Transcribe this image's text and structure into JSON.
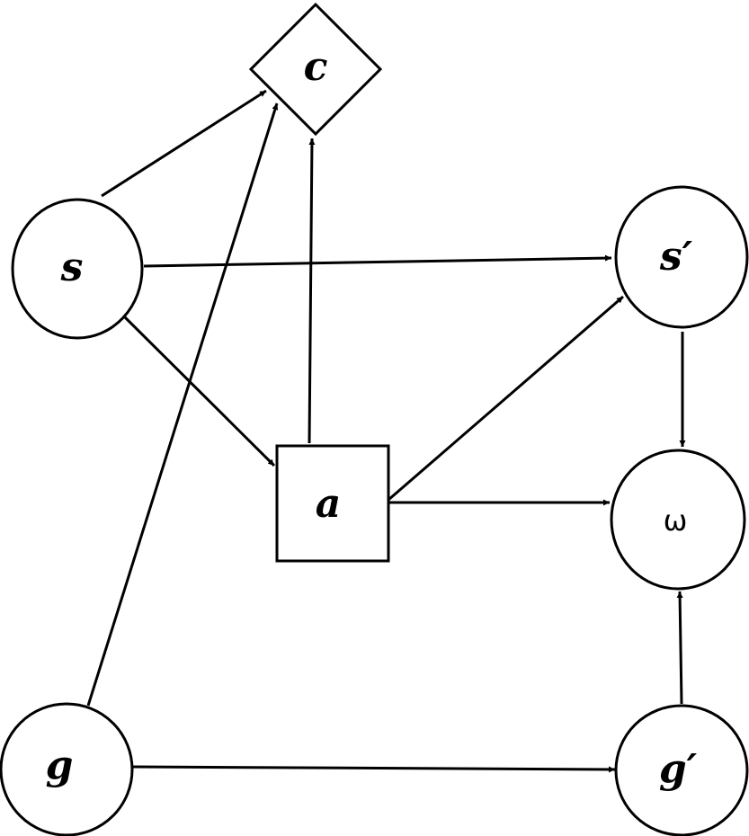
{
  "nodes": {
    "s": "s",
    "s_prime": "s′",
    "c": "c",
    "a": "a",
    "omega": "ω",
    "g": "g",
    "g_prime": "g′"
  }
}
